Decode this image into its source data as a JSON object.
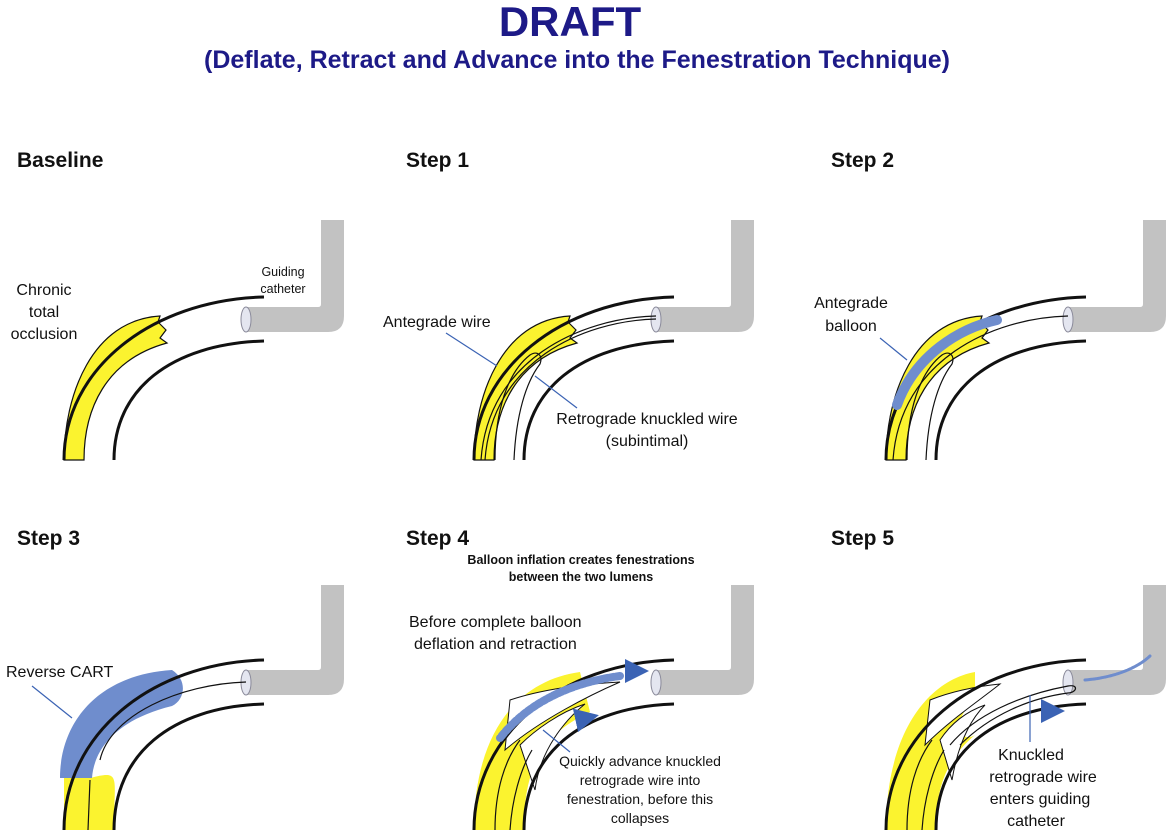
{
  "header": {
    "title": "DRAFT",
    "subtitle": "(Deflate, Retract and Advance into the Fenestration Technique)"
  },
  "colors": {
    "title": "#1d1a87",
    "occlusion": "#fbf32f",
    "balloon": "#6f8dcd",
    "catheter": "#c2c2c2",
    "arrow": "#3b63b4"
  },
  "panels": {
    "baseline": {
      "title": "Baseline",
      "occlusion_label": [
        "Chronic",
        "total",
        "occlusion"
      ],
      "catheter_label": [
        "Guiding",
        "catheter"
      ]
    },
    "step1": {
      "title": "Step 1",
      "antegrade_wire_label": "Antegrade wire",
      "retrograde_label": [
        "Retrograde knuckled wire",
        "(subintimal)"
      ]
    },
    "step2": {
      "title": "Step 2",
      "balloon_label": [
        "Antegrade",
        "balloon"
      ]
    },
    "step3": {
      "title": "Step 3",
      "reverse_cart_label": "Reverse CART"
    },
    "step4": {
      "title": "Step 4",
      "note": [
        "Balloon inflation creates fenestrations",
        "between the two lumens"
      ],
      "before_label": [
        "Before complete balloon",
        "deflation and retraction"
      ],
      "advance_label": [
        "Quickly advance knuckled",
        "retrograde wire into",
        "fenestration, before this",
        "collapses"
      ]
    },
    "step5": {
      "title": "Step 5",
      "knuckled_label": [
        "Knuckled",
        "retrograde wire",
        "enters guiding",
        "catheter"
      ]
    }
  }
}
